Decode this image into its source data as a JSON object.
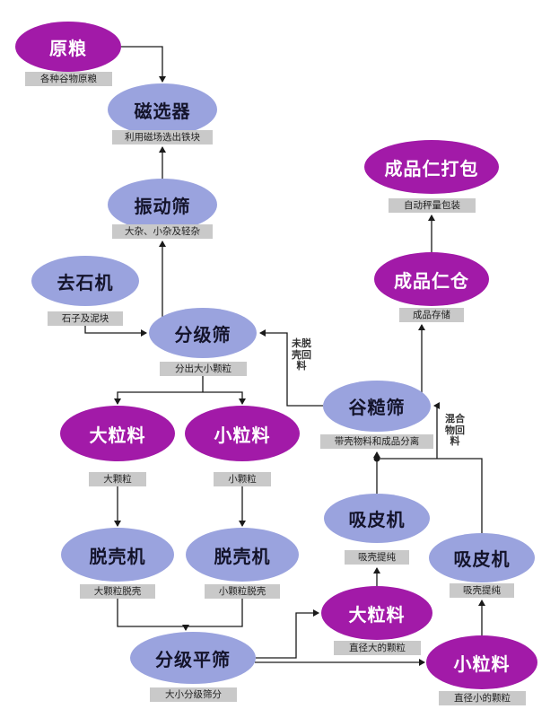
{
  "colors": {
    "node-primary": "#a21aa8",
    "node-secondary": "#9aa3de",
    "label-bg": "#c9c9c9",
    "label-text": "#222222",
    "arrow": "#1a1a1a",
    "canvas-bg": "#ffffff"
  },
  "nodes": {
    "raw_grain": {
      "label": "原粮",
      "note": "各种谷物原粮"
    },
    "magnetic_separator": {
      "label": "磁选器",
      "note": "利用磁场选出铁块"
    },
    "vibrating_screen": {
      "label": "振动筛",
      "note": "大杂、小杂及轻杂"
    },
    "destoner": {
      "label": "去石机",
      "note": "石子及泥块"
    },
    "grading_screen": {
      "label": "分级筛",
      "note": "分出大小颗粒"
    },
    "large_particles": {
      "label": "大粒料",
      "note": "大颗粒"
    },
    "small_particles": {
      "label": "小粒料",
      "note": "小颗粒"
    },
    "husker_left": {
      "label": "脱壳机",
      "note": "大颗粒脱壳"
    },
    "husker_right": {
      "label": "脱壳机",
      "note": "小颗粒脱壳"
    },
    "grading_flat_screen": {
      "label": "分级平筛",
      "note": "大小分级筛分"
    },
    "paddy_separator": {
      "label": "谷糙筛",
      "note": "带壳物料和成品分离"
    },
    "kernel_bin": {
      "label": "成品仁仓",
      "note": "成品存储"
    },
    "kernel_packing": {
      "label": "成品仁打包",
      "note": "自动秤量包装"
    },
    "husk_aspirator_left": {
      "label": "吸皮机",
      "note": "吸壳提纯"
    },
    "large_particles_right": {
      "label": "大粒料",
      "note": "直径大的颗粒"
    },
    "husk_aspirator_right": {
      "label": "吸皮机",
      "note": "吸壳提纯"
    },
    "small_particles_right": {
      "label": "小粒料",
      "note": "直径小的颗粒"
    }
  },
  "edge_labels": {
    "unhusked_return": "未脱壳回料",
    "mixture_return": "混合物回料"
  }
}
